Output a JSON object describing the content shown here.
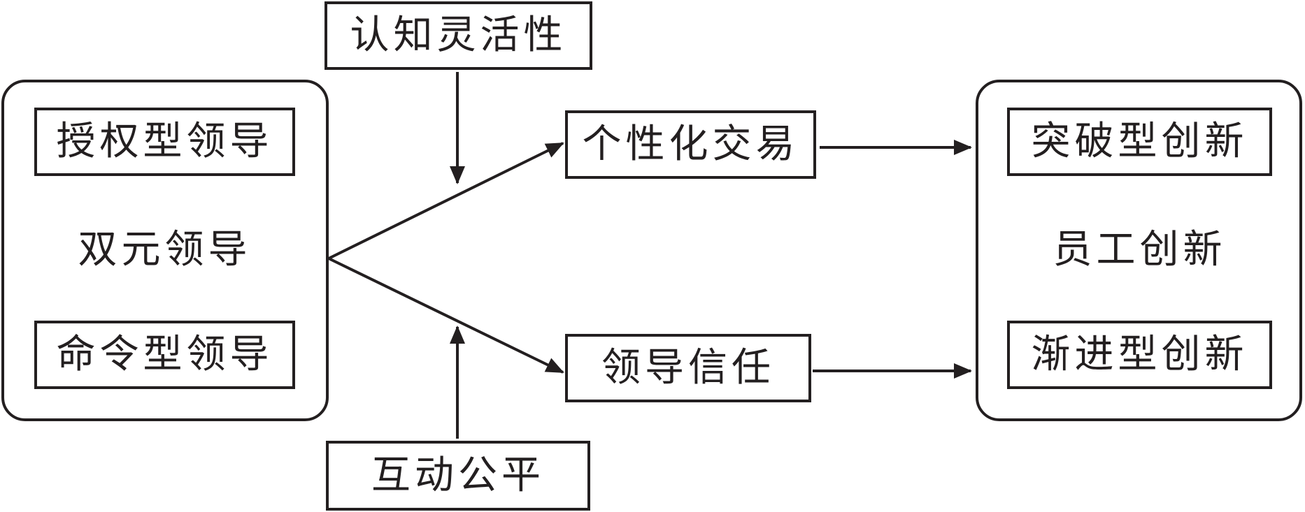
{
  "diagram": {
    "moderators": {
      "top": "认知灵活性",
      "bottom": "互动公平"
    },
    "independent": {
      "label": "双元领导",
      "items": [
        "授权型领导",
        "命令型领导"
      ]
    },
    "mediators": [
      "个性化交易",
      "领导信任"
    ],
    "dependent": {
      "label": "员工创新",
      "items": [
        "突破型创新",
        "渐进型创新"
      ]
    },
    "colors": {
      "stroke": "#231f20",
      "background": "#ffffff"
    }
  }
}
